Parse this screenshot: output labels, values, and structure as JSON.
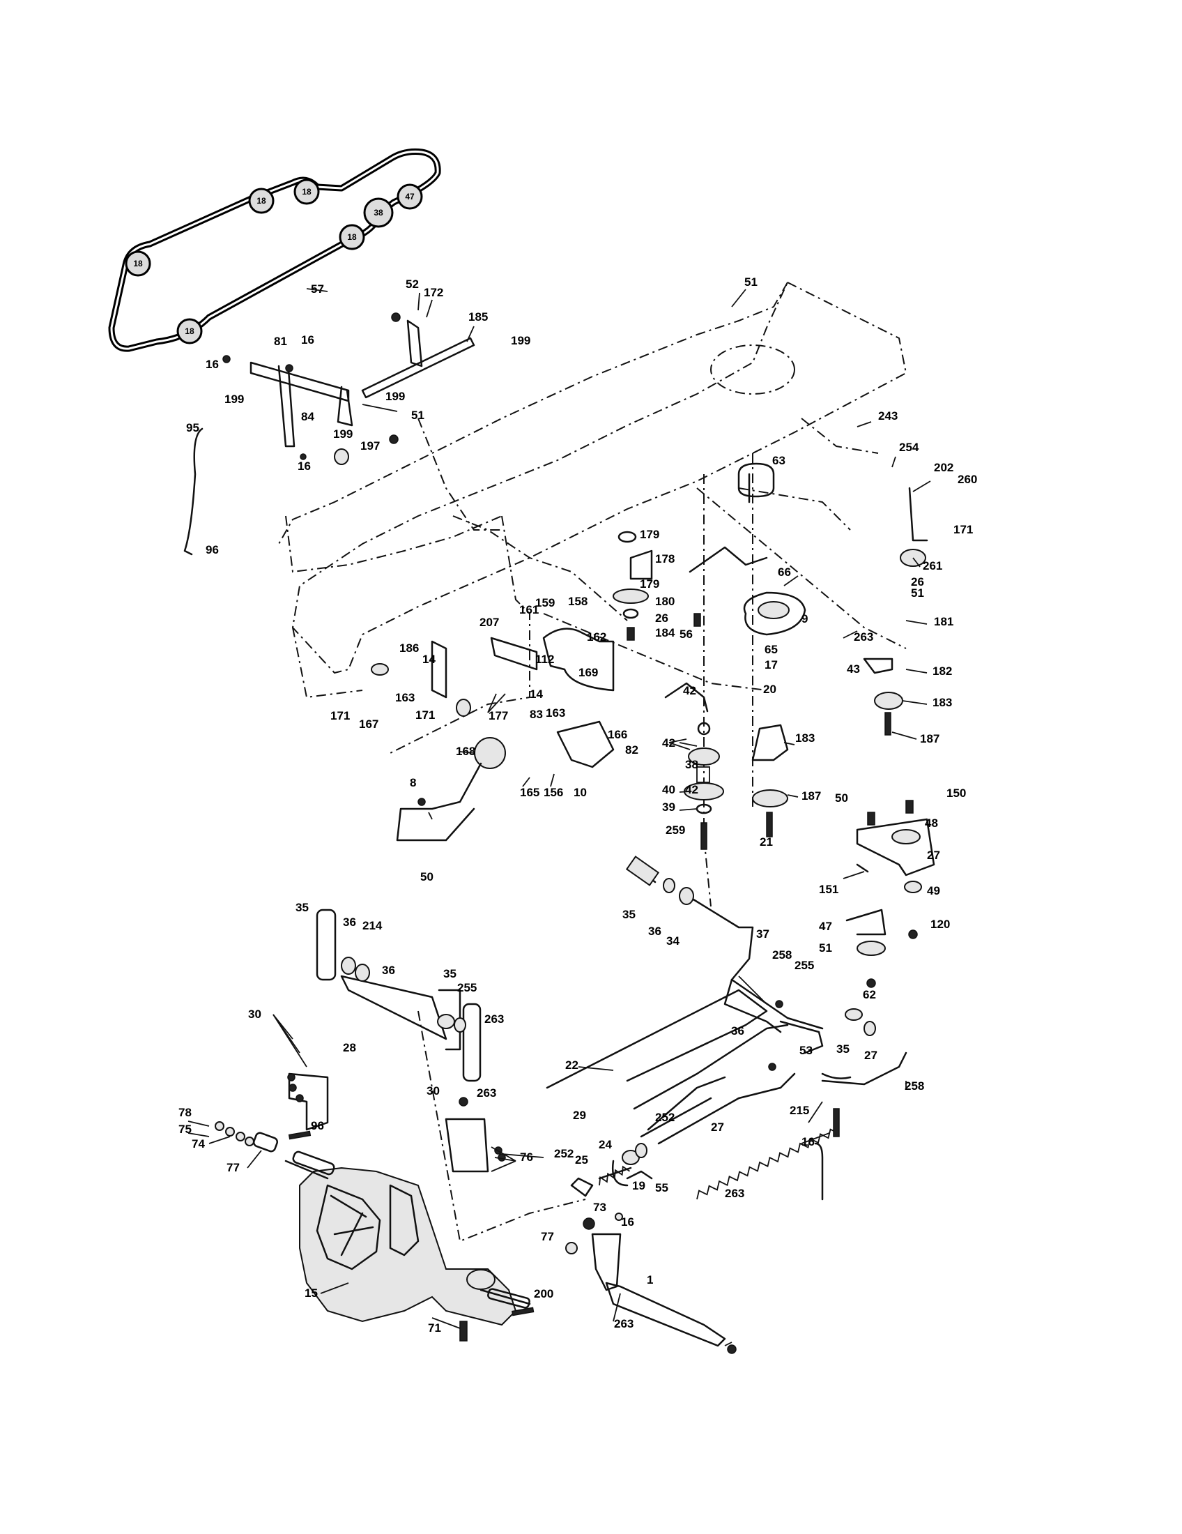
{
  "belt": {
    "part_number": "57",
    "pulley_labels": [
      "18",
      "18",
      "18",
      "38",
      "47",
      "18",
      "18"
    ]
  },
  "callouts": [
    "52",
    "172",
    "185",
    "199",
    "81",
    "16",
    "16",
    "199",
    "199",
    "84",
    "199",
    "197",
    "51",
    "16",
    "95",
    "96",
    "51",
    "243",
    "254",
    "202",
    "260",
    "171",
    "261",
    "26",
    "51",
    "63",
    "179",
    "178",
    "66",
    "179",
    "180",
    "26",
    "184",
    "56",
    "9",
    "263",
    "181",
    "65",
    "17",
    "20",
    "43",
    "182",
    "183",
    "187",
    "207",
    "161",
    "159",
    "158",
    "186",
    "162",
    "14",
    "112",
    "14",
    "163",
    "163",
    "83",
    "169",
    "171",
    "167",
    "171",
    "177",
    "42",
    "42",
    "40",
    "38",
    "42",
    "39",
    "259",
    "183",
    "187",
    "21",
    "168",
    "166",
    "82",
    "165",
    "156",
    "10",
    "8",
    "50",
    "50",
    "150",
    "48",
    "27",
    "151",
    "49",
    "47",
    "51",
    "120",
    "62",
    "35",
    "36",
    "34",
    "37",
    "258",
    "255",
    "35",
    "36",
    "214",
    "36",
    "35",
    "255",
    "263",
    "30",
    "28",
    "36",
    "35",
    "27",
    "53",
    "258",
    "22",
    "29",
    "252",
    "215",
    "27",
    "16",
    "30",
    "263",
    "76",
    "78",
    "75",
    "74",
    "77",
    "96",
    "252",
    "25",
    "24",
    "19",
    "55",
    "263",
    "73",
    "16",
    "77",
    "200",
    "1",
    "15",
    "71",
    "263"
  ]
}
